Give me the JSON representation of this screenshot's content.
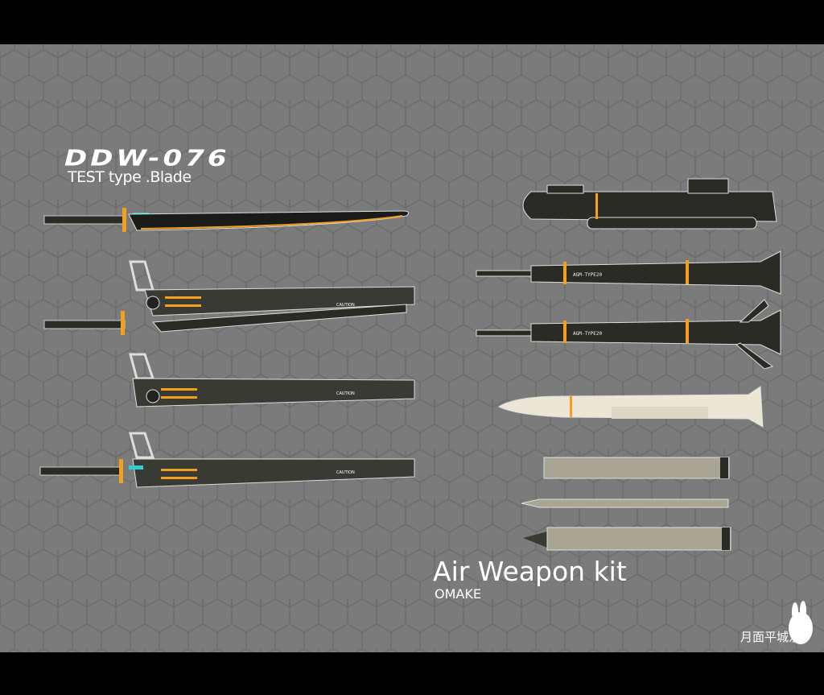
{
  "title": "DDW-076",
  "subtitle": "TEST type .Blade",
  "kit_title": "Air Weapon kit",
  "kit_subtitle": "OMAKE",
  "signature": "月面平城京",
  "labels": {
    "caution": "CAUTION",
    "missile": "AGM-TYPE20"
  },
  "colors": {
    "background": "#7b7b7b",
    "hex_line": "#6a6a6a",
    "body_dark": "#2b2b26",
    "accent": "#f2a01e",
    "cyan": "#2fd0d0",
    "cream": "#ece6d6",
    "pod": "#a8a594"
  }
}
